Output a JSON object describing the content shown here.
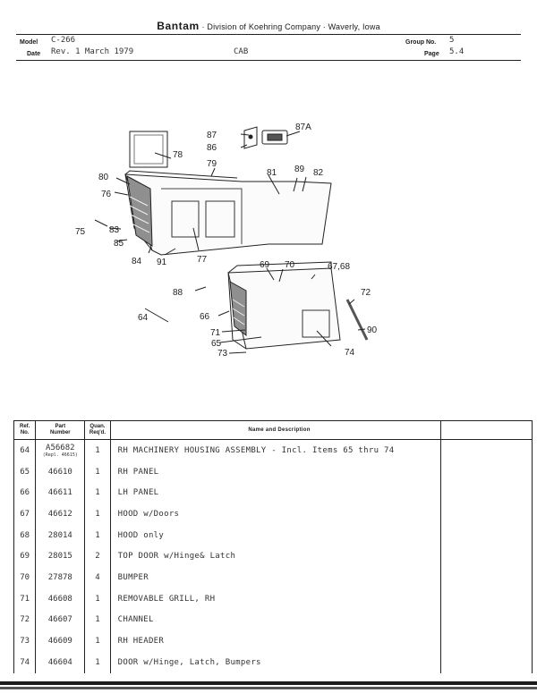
{
  "header": {
    "brand": "Bantam",
    "subtitle": "· Division of Koehring Company · Waverly, Iowa",
    "model_label": "Model",
    "model_value": "C-266",
    "date_label": "Date",
    "date_value": "Rev. 1 March 1979",
    "section": "CAB",
    "group_label": "Group No.",
    "group_value": "5",
    "page_label": "Page",
    "page_value": "5.4"
  },
  "callouts": {
    "c64": "64",
    "c65": "65",
    "c66": "66",
    "c6768": "67,68",
    "c69": "69",
    "c70": "70",
    "c71": "71",
    "c72": "72",
    "c73": "73",
    "c74": "74",
    "c75": "75",
    "c76": "76",
    "c77": "77",
    "c78": "78",
    "c79": "79",
    "c80": "80",
    "c81": "81",
    "c82": "82",
    "c83": "83",
    "c84": "84",
    "c85": "85",
    "c86": "86",
    "c87": "87",
    "c87a": "87A",
    "c88": "88",
    "c89": "89",
    "c90": "90",
    "c91": "91"
  },
  "table": {
    "headers": {
      "ref": [
        "Ref.",
        "No."
      ],
      "part": [
        "Part",
        "Number"
      ],
      "qty": [
        "Quan.",
        "Req'd."
      ],
      "desc": "Name and Description"
    },
    "rows": [
      {
        "ref": "64",
        "part": "A56682",
        "note": "(Repl. 46615)",
        "qty": "1",
        "desc": "RH MACHINERY HOUSING ASSEMBLY - Incl. Items 65 thru 74"
      },
      {
        "ref": "65",
        "part": "46610",
        "qty": "1",
        "desc": "RH PANEL"
      },
      {
        "ref": "66",
        "part": "46611",
        "qty": "1",
        "desc": "LH PANEL"
      },
      {
        "ref": "67",
        "part": "46612",
        "qty": "1",
        "desc": "HOOD w/Doors"
      },
      {
        "ref": "68",
        "part": "28014",
        "qty": "1",
        "desc": "HOOD only"
      },
      {
        "ref": "69",
        "part": "28015",
        "qty": "2",
        "desc": "TOP DOOR w/Hinge& Latch"
      },
      {
        "ref": "70",
        "part": "27878",
        "qty": "4",
        "desc": "BUMPER"
      },
      {
        "ref": "71",
        "part": "46608",
        "qty": "1",
        "desc": "REMOVABLE GRILL, RH"
      },
      {
        "ref": "72",
        "part": "46607",
        "qty": "1",
        "desc": "CHANNEL"
      },
      {
        "ref": "73",
        "part": "46609",
        "qty": "1",
        "desc": "RH HEADER"
      },
      {
        "ref": "74",
        "part": "46604",
        "qty": "1",
        "desc": "DOOR w/Hinge, Latch, Bumpers"
      }
    ]
  }
}
